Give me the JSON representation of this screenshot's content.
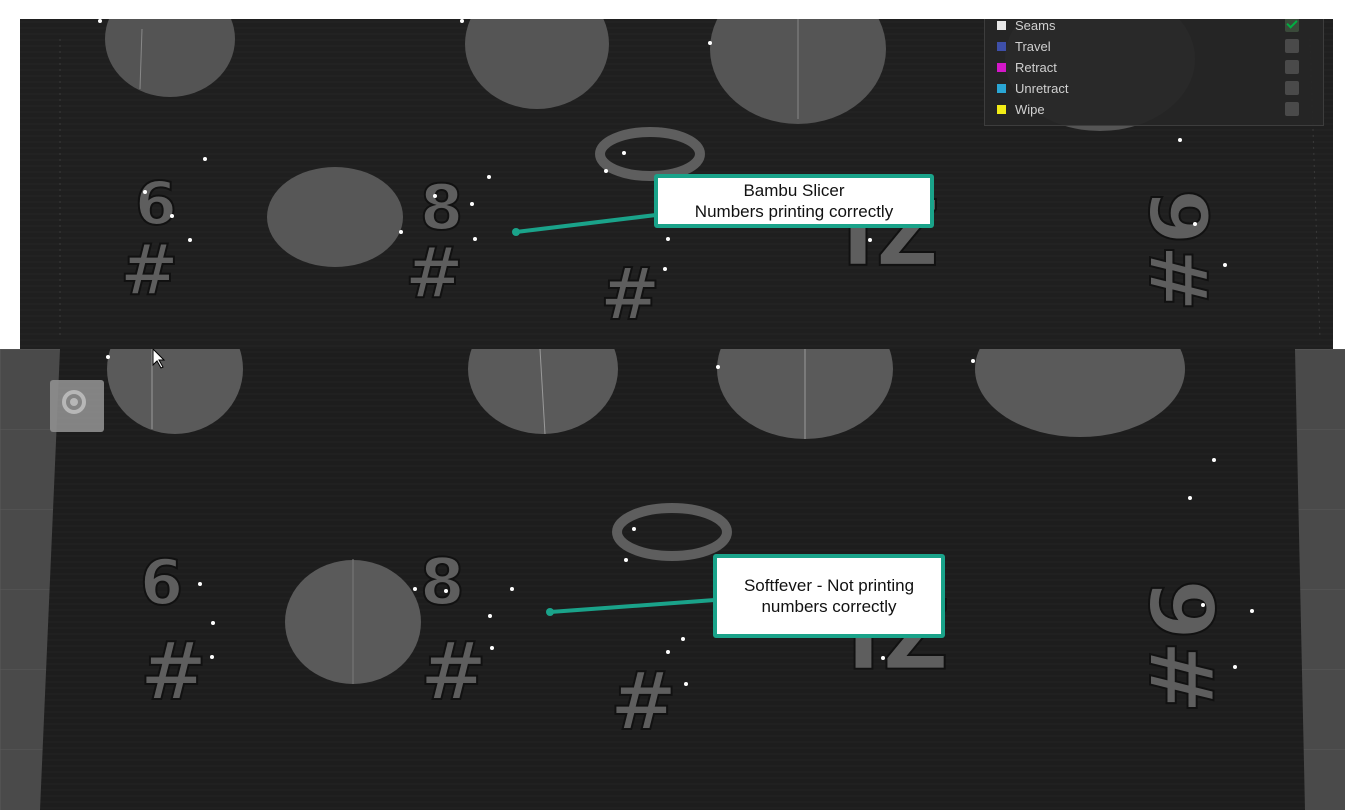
{
  "legend": {
    "items": [
      {
        "label": "Seams",
        "color": "#e8e8e8",
        "checked": true
      },
      {
        "label": "Travel",
        "color": "#3e4fa8",
        "checked": false
      },
      {
        "label": "Retract",
        "color": "#d417c9",
        "checked": false
      },
      {
        "label": "Unretract",
        "color": "#2aa6d4",
        "checked": false
      },
      {
        "label": "Wipe",
        "color": "#f2ec16",
        "checked": false
      }
    ]
  },
  "callouts": {
    "top": {
      "line1": "Bambu Slicer",
      "line2": "Numbers printing correctly"
    },
    "bottom": {
      "line1": "Softfever - Not printing",
      "line2": "numbers correctly"
    }
  },
  "colors": {
    "accent": "#1aa38a",
    "plate": "#1e1e1e",
    "part_fill": "#5a5a5a",
    "seam": "#ffffff"
  }
}
